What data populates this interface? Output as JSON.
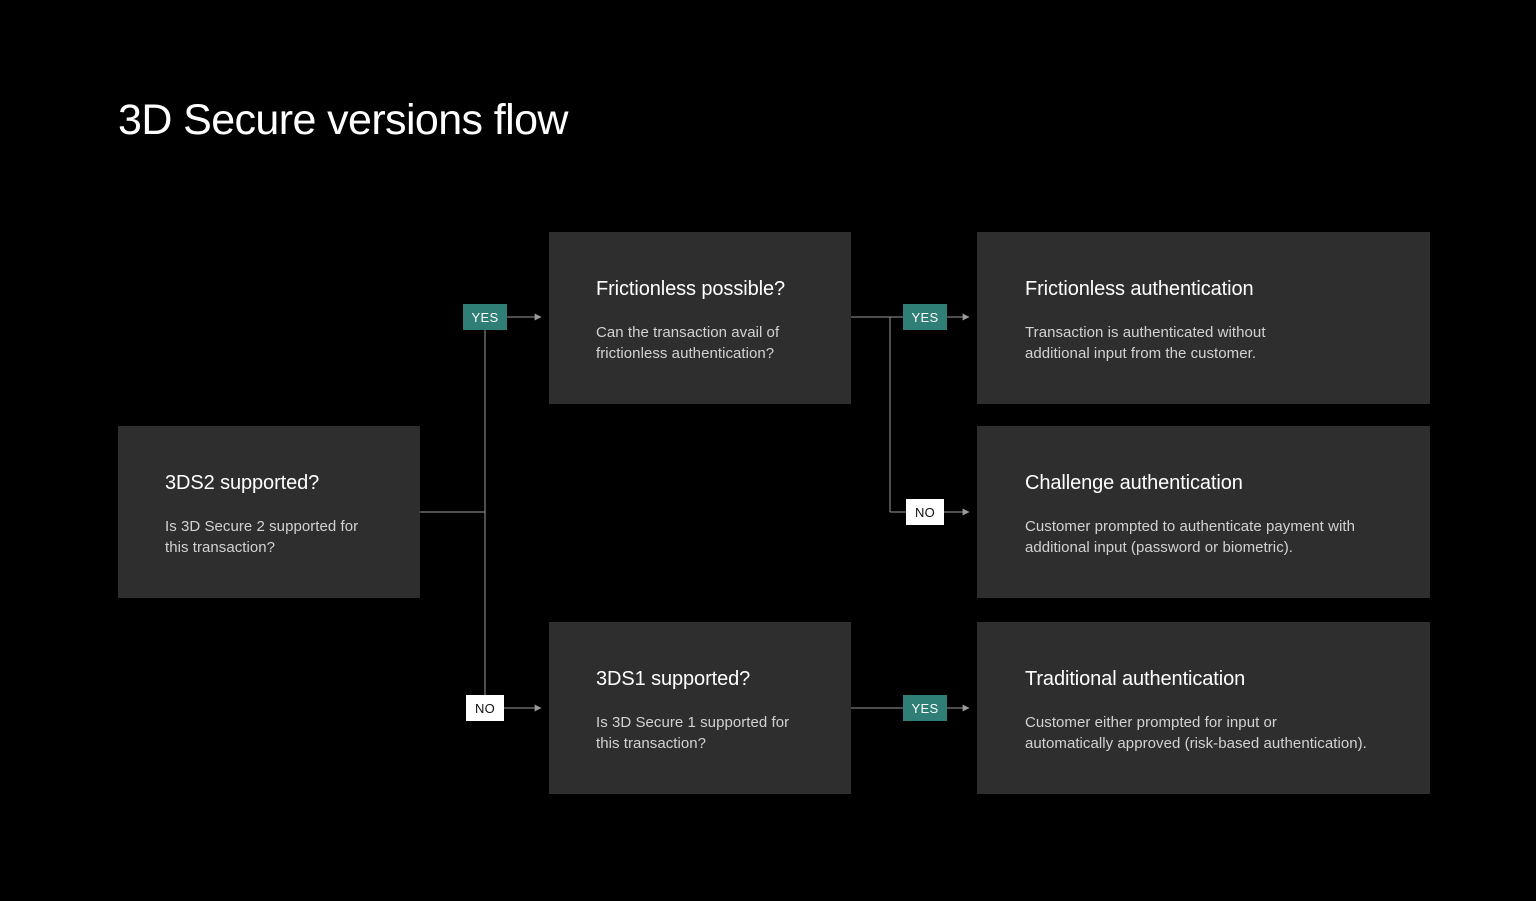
{
  "page": {
    "title": "3D Secure versions flow",
    "background_color": "#000000",
    "node_fill_color": "#2e2e2e",
    "accent_color": "#2f7f77",
    "connector_color": "#9a9a9a",
    "title_text_color": "#ffffff",
    "body_text_color": "#d2d2d2"
  },
  "nodes": {
    "threeds2_supported": {
      "title": "3DS2 supported?",
      "description": "Is 3D Secure 2 supported for\nthis transaction?"
    },
    "frictionless_possible": {
      "title": "Frictionless possible?",
      "description": "Can the transaction avail of\nfrictionless authentication?"
    },
    "threeds1_supported": {
      "title": "3DS1 supported?",
      "description": "Is 3D Secure 1 supported for\nthis transaction?"
    },
    "frictionless_authentication": {
      "title": "Frictionless authentication",
      "description": "Transaction is authenticated without\nadditional input from the customer."
    },
    "challenge_authentication": {
      "title": "Challenge authentication",
      "description": "Customer prompted to authenticate payment with\nadditional input (password or biometric)."
    },
    "traditional_authentication": {
      "title": "Traditional authentication",
      "description": "Customer either prompted for input or\nautomatically approved (risk-based authentication)."
    }
  },
  "edges": {
    "threeds2_yes": "YES",
    "threeds2_no": "NO",
    "frictionless_yes": "YES",
    "frictionless_no": "NO",
    "threeds1_yes": "YES"
  }
}
